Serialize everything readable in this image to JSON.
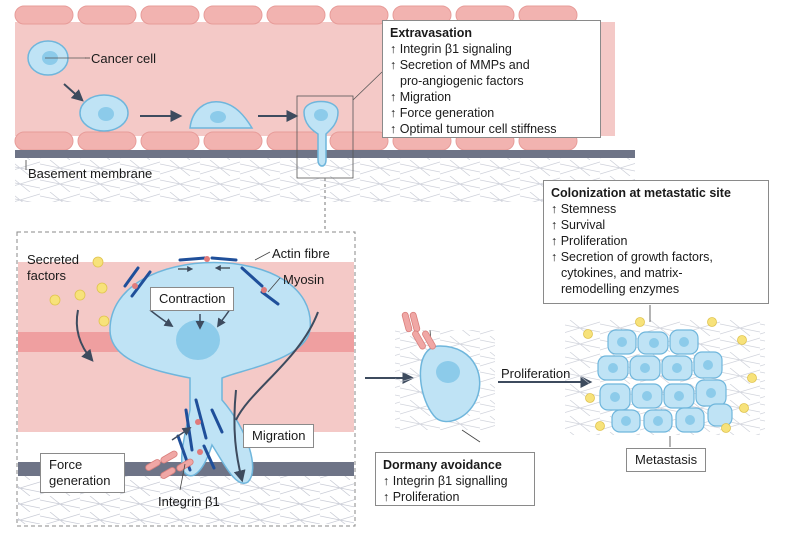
{
  "labels": {
    "cancer_cell": "Cancer cell",
    "basement_membrane": "Basement membrane",
    "secreted_factors": [
      "Secreted",
      "factors"
    ],
    "actin_fibre": "Actin fibre",
    "myosin": "Myosin",
    "contraction": "Contraction",
    "migration": "Migration",
    "force_generation": [
      "Force",
      "generation"
    ],
    "integrin": "Integrin β1",
    "proliferation_arrow": "Proliferation",
    "metastasis": "Metastasis"
  },
  "extravasation": {
    "title": "Extravasation",
    "items": [
      "↑ Integrin β1 signaling",
      "↑ Secretion of MMPs and",
      "pro-angiogenic factors",
      "↑ Migration",
      "↑ Force generation",
      "↑ Optimal tumour cell stiffness"
    ]
  },
  "colonization": {
    "title": "Colonization at metastatic site",
    "items": [
      "↑ Stemness",
      "↑ Survival",
      "↑ Proliferation",
      "↑ Secretion of growth factors,",
      "cytokines, and matrix-",
      "remodelling enzymes"
    ]
  },
  "dormancy": {
    "title": "Dormany avoidance",
    "items": [
      "↑ Integrin β1 signalling",
      "↑ Proliferation"
    ]
  },
  "colors": {
    "vessel_pink": "#f4c9c7",
    "vessel_cell": "#f2b3b0",
    "membrane_grey": "#6e7487",
    "cell_blue": "#bfe3f5",
    "cell_outline": "#6fb6dc",
    "nucleus_blue": "#8ccbea",
    "actin_blue": "#1f4f9a",
    "myosin_red": "#e07b7b",
    "factor_yellow": "#f7e27a",
    "arrow_dark": "#3d4b5e"
  }
}
